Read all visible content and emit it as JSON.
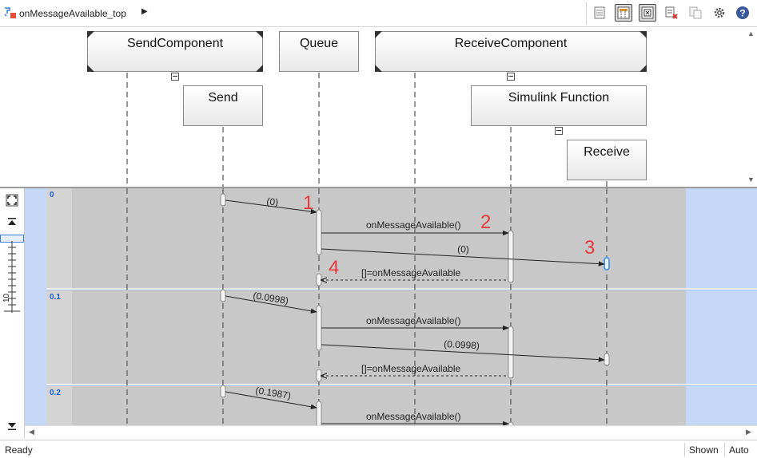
{
  "breadcrumb": {
    "label": "onMessageAvailable_top",
    "icon": "model-icon",
    "arrow": "chevron-right-icon"
  },
  "toolbar": {
    "buttons": [
      {
        "name": "document-icon"
      },
      {
        "name": "lifeline-view-icon",
        "pressed": true
      },
      {
        "name": "hierarchy-view-icon",
        "pressed": true
      },
      {
        "name": "delete-filter-icon"
      },
      {
        "name": "copy-icon"
      },
      {
        "name": "settings-gear-icon"
      },
      {
        "name": "help-icon"
      }
    ]
  },
  "lifelines": {
    "send_component": "SendComponent",
    "queue": "Queue",
    "receive_component": "ReceiveComponent",
    "send": "Send",
    "simulink_function": "Simulink Function",
    "receive": "Receive"
  },
  "time_rows": [
    {
      "time": "0",
      "messages": [
        {
          "label": "(0)"
        },
        {
          "label": "onMessageAvailable()"
        },
        {
          "label": "(0)"
        },
        {
          "label": "[]=onMessageAvailable"
        }
      ]
    },
    {
      "time": "0.1",
      "messages": [
        {
          "label": "(0.0998)"
        },
        {
          "label": "onMessageAvailable()"
        },
        {
          "label": "(0.0998)"
        },
        {
          "label": "[]=onMessageAvailable"
        }
      ]
    },
    {
      "time": "0.2",
      "messages": [
        {
          "label": "(0.1987)"
        },
        {
          "label": "onMessageAvailable()"
        }
      ]
    }
  ],
  "annotations": [
    "1",
    "2",
    "3",
    "4"
  ],
  "ruler": {
    "label": "10"
  },
  "status": {
    "ready": "Ready",
    "shown": "Shown",
    "auto": "Auto"
  },
  "colors": {
    "canvas_background": "#c5d9f7",
    "timeline_band": "#c8c8c8",
    "time_label": "#1a5fd6",
    "annotation": "#e8383d",
    "accent_blue": "#3a7bd5"
  }
}
